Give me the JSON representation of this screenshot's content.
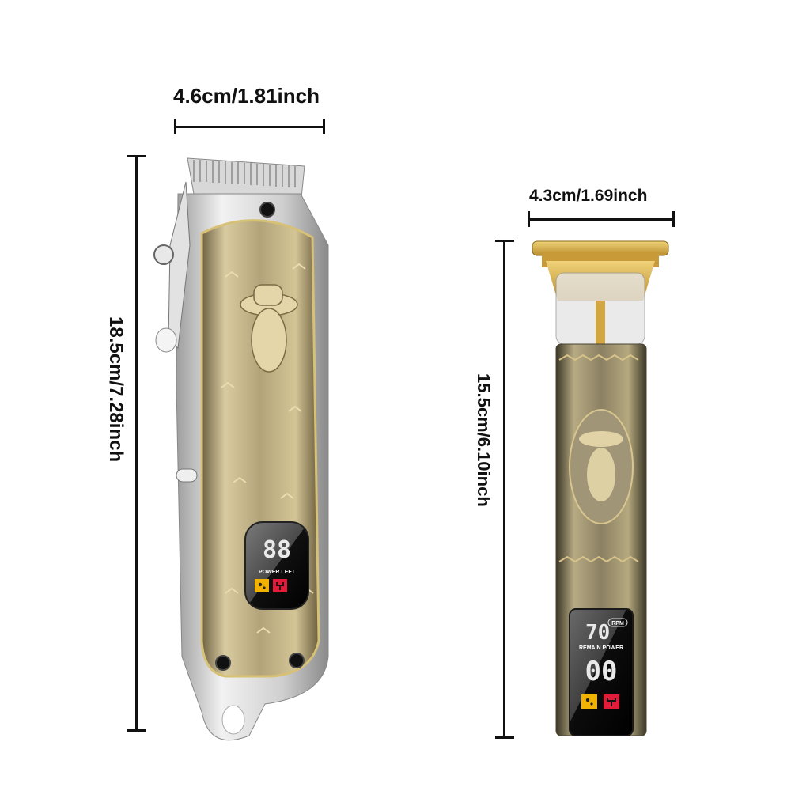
{
  "product_image": {
    "background_color": "#ffffff",
    "clipper": {
      "name": "cordless hair clipper",
      "width_label": "4.6cm/1.81inch",
      "height_label": "18.5cm/7.28inch",
      "body_color": "#c9c9c9",
      "panel_color": "#b9a878",
      "display": {
        "digits": "88",
        "caption": "POWER LEFT",
        "icons": [
          "oil-drops-icon",
          "plug-icon"
        ],
        "icon_colors": [
          "#f2b300",
          "#e31b3a"
        ]
      }
    },
    "trimmer": {
      "name": "T-blade hair trimmer",
      "width_label": "4.3cm/1.69inch",
      "height_label": "15.5cm/6.10inch",
      "body_color": "#8f8666",
      "blade_color": "#d8b04a",
      "display": {
        "top_digits": "70",
        "rpm_badge": "RPM",
        "caption": "REMAIN POWER",
        "bottom_digits": "00",
        "icons": [
          "oil-drops-icon",
          "plug-icon"
        ],
        "icon_colors": [
          "#f2b300",
          "#e31b3a"
        ]
      }
    }
  }
}
